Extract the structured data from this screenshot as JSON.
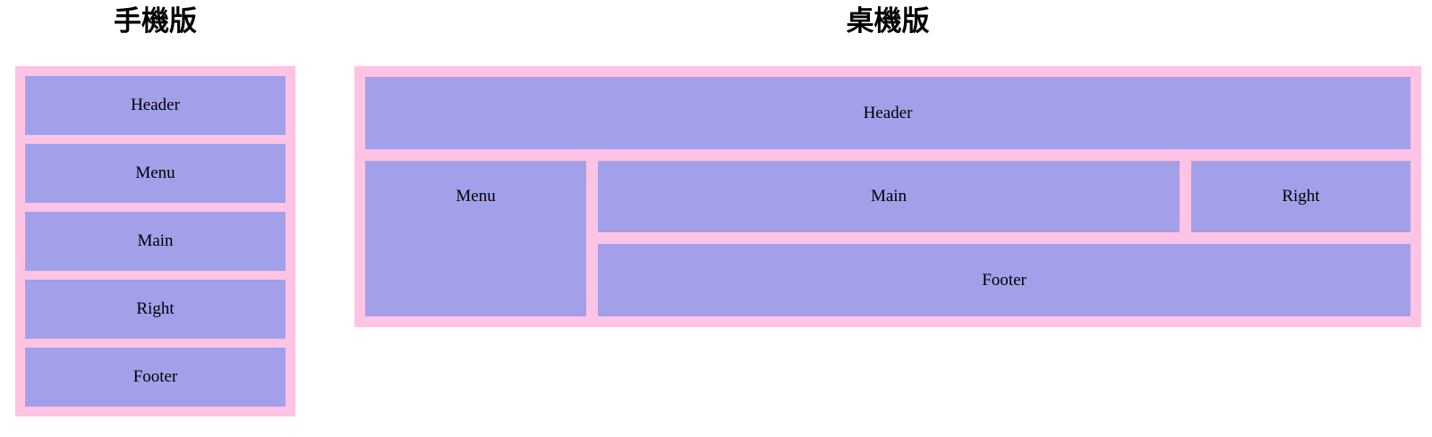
{
  "colors": {
    "page_bg": "#ffffff",
    "container_bg": "#ffc3e4",
    "box_bg": "#a3a0ea",
    "box_text": "#000000",
    "title_text": "#000000"
  },
  "mobile": {
    "title": "手機版",
    "items": [
      {
        "label": "Header"
      },
      {
        "label": "Menu"
      },
      {
        "label": "Main"
      },
      {
        "label": "Right"
      },
      {
        "label": "Footer"
      }
    ]
  },
  "desktop": {
    "title": "桌機版",
    "cells": {
      "header": "Header",
      "menu": "Menu",
      "main": "Main",
      "right": "Right",
      "footer": "Footer"
    }
  }
}
